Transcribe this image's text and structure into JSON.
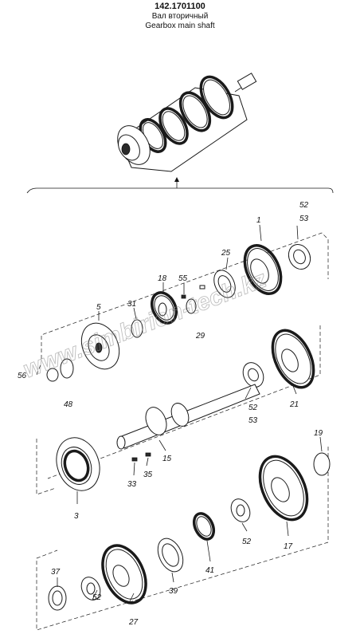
{
  "header": {
    "part_number": "142.1701100",
    "title_ru": "Вал вторичный",
    "title_en": "Gearbox main shaft"
  },
  "watermark": "www.simbirion-tech.kz",
  "callouts": [
    {
      "id": "c52a",
      "label": "52"
    },
    {
      "id": "c53a",
      "label": "53"
    },
    {
      "id": "c1",
      "label": "1"
    },
    {
      "id": "c25",
      "label": "25"
    },
    {
      "id": "c18",
      "label": "18"
    },
    {
      "id": "c55",
      "label": "55"
    },
    {
      "id": "c31",
      "label": "31"
    },
    {
      "id": "c29",
      "label": "29"
    },
    {
      "id": "c5",
      "label": "5"
    },
    {
      "id": "c56",
      "label": "56"
    },
    {
      "id": "c48",
      "label": "48"
    },
    {
      "id": "c52b",
      "label": "52"
    },
    {
      "id": "c53b",
      "label": "53"
    },
    {
      "id": "c21",
      "label": "21"
    },
    {
      "id": "c15",
      "label": "15"
    },
    {
      "id": "c35",
      "label": "35"
    },
    {
      "id": "c33",
      "label": "33"
    },
    {
      "id": "c3",
      "label": "3"
    },
    {
      "id": "c19",
      "label": "19"
    },
    {
      "id": "c17",
      "label": "17"
    },
    {
      "id": "c52c",
      "label": "52"
    },
    {
      "id": "c41",
      "label": "41"
    },
    {
      "id": "c39",
      "label": "39"
    },
    {
      "id": "c37",
      "label": "37"
    },
    {
      "id": "c52d",
      "label": "52"
    },
    {
      "id": "c27",
      "label": "27"
    }
  ]
}
